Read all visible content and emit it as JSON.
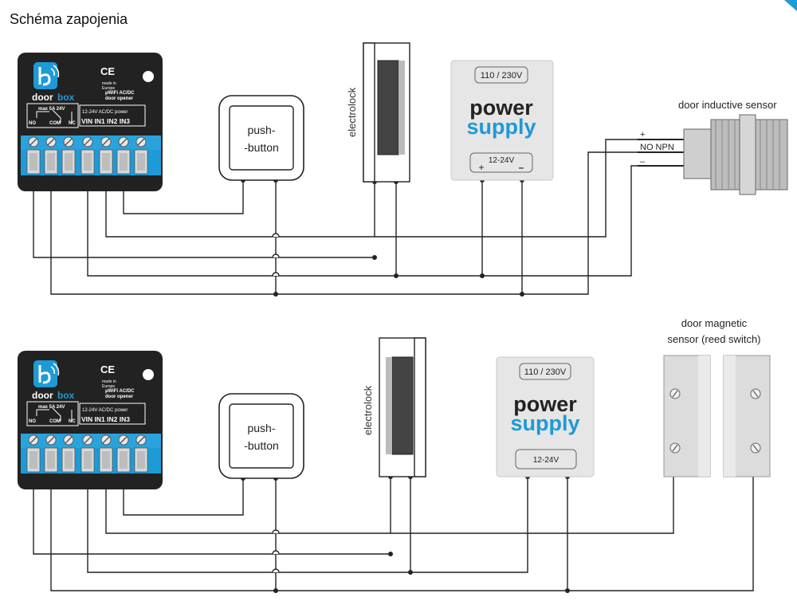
{
  "title": "Schéma zapojenia",
  "colors": {
    "accent": "#1e9ad6",
    "module_body": "#222222",
    "terminal_blue": "#1e9ad6",
    "wire": "#222222",
    "psu_body": "#e6e6e6"
  },
  "doorbox": {
    "brand_door": "door",
    "brand_box": "box",
    "ce": "CE",
    "made_line1": "made in",
    "made_line2": "Europe",
    "model_line1": "µWiFi AC/DC",
    "model_line2": "door opener",
    "relay_rating": "max 5A 24V",
    "no": "NO",
    "com": "COM",
    "nc": "NC",
    "power_label": "12-24V AC/DC power",
    "inputs": "VIN IN1 IN2 IN3",
    "logo_icon": "wifi-b-logo-icon"
  },
  "push_button": {
    "line1": "push-",
    "line2": "-button",
    "line1_alt": "push-",
    "line2_alt": "-button"
  },
  "electrolock": {
    "label": "electrolock"
  },
  "power_supply": {
    "input": "110 / 230V",
    "word1": "power",
    "word2": "supply",
    "output": "12-24V",
    "plus": "+",
    "minus": "–"
  },
  "inductive_sensor": {
    "title": "door inductive sensor",
    "plus": "+",
    "no_npn": "NO NPN",
    "minus": "–"
  },
  "magnetic_sensor": {
    "title_line1": "door magnetic",
    "title_line2": "sensor (reed switch)"
  }
}
